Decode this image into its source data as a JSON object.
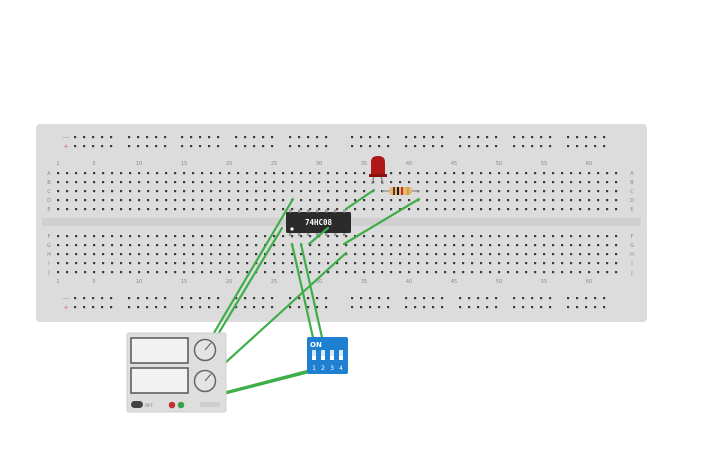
{
  "breadboard": {
    "columns": 63,
    "column_numbers": [
      "1",
      "5",
      "10",
      "15",
      "20",
      "25",
      "30",
      "35",
      "40",
      "45",
      "50",
      "55",
      "60"
    ],
    "rows_top": [
      "A",
      "B",
      "C",
      "D",
      "E"
    ],
    "rows_bottom": [
      "F",
      "G",
      "H",
      "I",
      "J"
    ],
    "rail_minus": "—",
    "rail_plus": "+"
  },
  "chip": {
    "label": "74HC08"
  },
  "dip_switch": {
    "title": "ON",
    "switch_numbers": [
      "1",
      "2",
      "3",
      "4"
    ]
  },
  "power_supply": {
    "off_label": "OFF"
  },
  "colors": {
    "board": "#dcdcdc",
    "hole": "#3a3a3a",
    "wire": "#3fae49",
    "chip": "#2b2b2b",
    "dip_switch": "#1f7fd1",
    "led": "#b01818",
    "rail_red": "#e07070"
  }
}
